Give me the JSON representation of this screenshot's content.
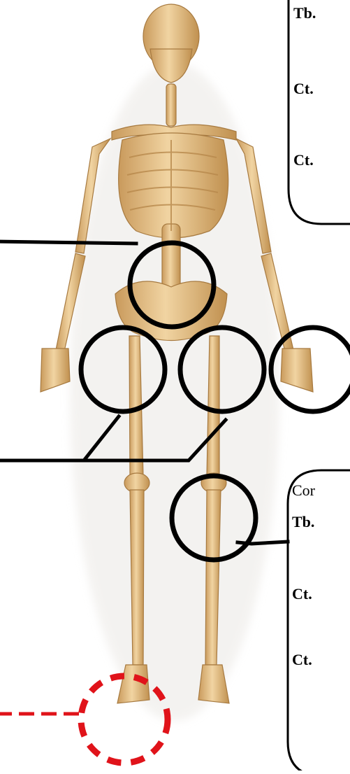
{
  "top_box": {
    "lines": [
      "Tb.",
      "Ct.",
      "Ct."
    ]
  },
  "bottom_box": {
    "lines": [
      "Cor",
      "Tb.",
      "Ct.",
      "Ct."
    ]
  },
  "colors": {
    "bone": "#e8c690",
    "bone_shadow": "#c89a5a",
    "callout_solid": "#000000",
    "callout_dashed": "#e0131a",
    "background": "#ffffff"
  },
  "icons": {
    "figure": "skeleton-icon"
  }
}
